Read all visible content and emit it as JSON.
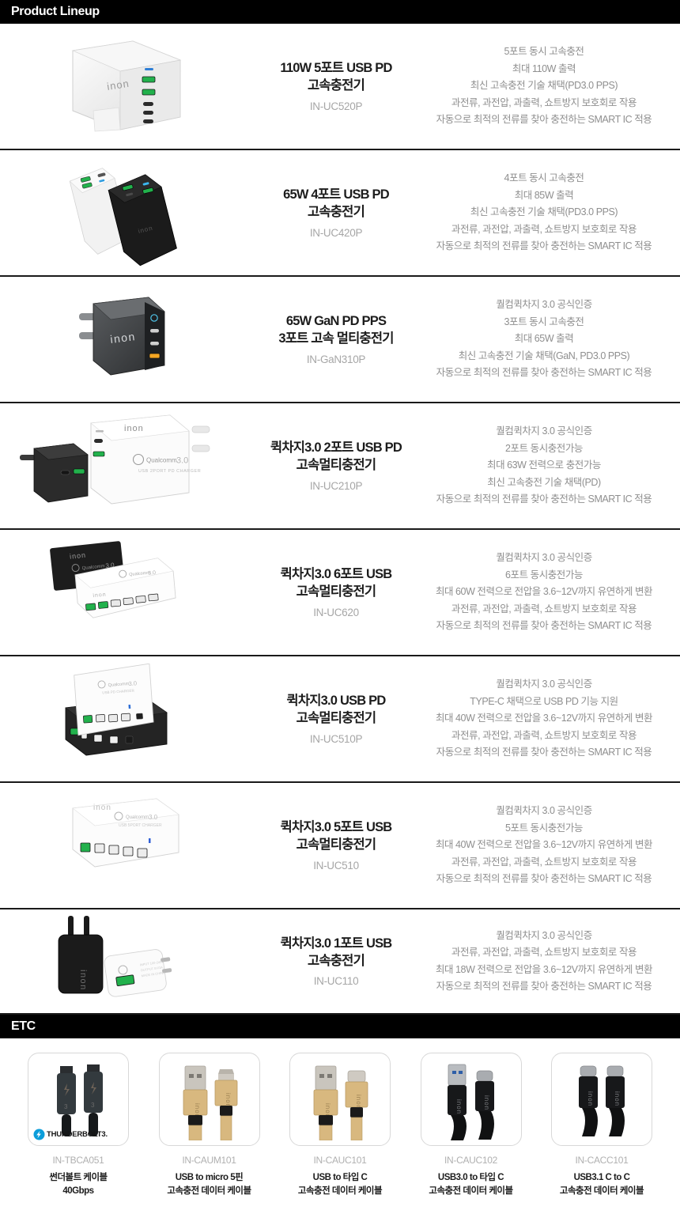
{
  "sections": {
    "lineup_title": "Product Lineup",
    "etc_title": "ETC"
  },
  "products": [
    {
      "image": "white-desktop-5port-charger",
      "name_line1": "110W 5포트 USB PD",
      "name_line2": "고속충전기",
      "code": "IN-UC520P",
      "specs": [
        "5포트 동시 고속충전",
        "최대 110W 출력",
        "최신 고속충전 기술 채택(PD3.0 PPS)",
        "과전류, 과전압, 과출력, 쇼트방지 보호회로 작용",
        "자동으로 최적의 전류를 찾아 충전하는 SMART IC 적용"
      ]
    },
    {
      "image": "black-white-brick-4port-charger",
      "name_line1": "65W 4포트 USB PD",
      "name_line2": "고속충전기",
      "code": "IN-UC420P",
      "specs": [
        "4포트 동시 고속충전",
        "최대 85W 출력",
        "최신 고속충전 기술 채택(PD3.0 PPS)",
        "과전류, 과전압, 과출력, 쇼트방지 보호회로 작용",
        "자동으로 최적의 전류를 찾아 충전하는 SMART IC 적용"
      ]
    },
    {
      "image": "gray-gan-wall-charger",
      "name_line1": "65W GaN PD PPS",
      "name_line2": "3포트 고속 멀티충전기",
      "code": "IN-GaN310P",
      "specs": [
        "퀄컴퀵차지 3.0 공식인증",
        "3포트 동시 고속충전",
        "최대 65W 출력",
        "최신 고속충전 기술 채택(GaN, PD3.0 PPS)",
        "자동으로 최적의 전류를 찾아 충전하는 SMART IC 적용"
      ]
    },
    {
      "image": "black-white-wall-2port-charger",
      "name_line1": "퀵차지3.0 2포트 USB PD",
      "name_line2": "고속멀티충전기",
      "code": "IN-UC210P",
      "specs": [
        "퀄컴퀵차지 3.0 공식인증",
        "2포트 동시충전가능",
        "최대 63W 전력으로 충전가능",
        "최신 고속충전 기술 채택(PD)",
        "자동으로 최적의 전류를 찾아 충전하는 SMART IC 적용"
      ]
    },
    {
      "image": "white-desktop-6port-charger",
      "name_line1": "퀵차지3.0 6포트 USB",
      "name_line2": "고속멀티충전기",
      "code": "IN-UC620",
      "specs": [
        "퀄컴퀵차지 3.0 공식인증",
        "6포트 동시충전가능",
        "최대 60W 전력으로 전압을 3.6~12V까지 유연하게 변환",
        "과전류, 과전압, 과출력, 쇼트방지 보호회로 작용",
        "자동으로 최적의 전류를 찾아 충전하는 SMART IC 적용"
      ]
    },
    {
      "image": "white-black-desktop-pd-charger",
      "name_line1": "퀵차지3.0 USB PD",
      "name_line2": "고속멀티충전기",
      "code": "IN-UC510P",
      "specs": [
        "퀄컴퀵차지 3.0 공식인증",
        "TYPE-C 채택으로 USB PD 기능 지원",
        "최대 40W 전력으로 전압을 3.6~12V까지 유연하게 변환",
        "과전류, 과전압, 과출력, 쇼트방지 보호회로 작용",
        "자동으로 최적의 전류를 찾아 충전하는 SMART IC 적용"
      ]
    },
    {
      "image": "white-desktop-5port-usb-charger",
      "name_line1": "퀵차지3.0 5포트 USB",
      "name_line2": "고속멀티충전기",
      "code": "IN-UC510",
      "specs": [
        "퀄컴퀵차지 3.0 공식인증",
        "5포트 동시충전가능",
        "최대 40W 전력으로 전압을 3.6~12V까지 유연하게 변환",
        "과전류, 과전압, 과출력, 쇼트방지 보호회로 작용",
        "자동으로 최적의 전류를 찾아 충전하는 SMART IC 적용"
      ]
    },
    {
      "image": "black-white-single-port-charger",
      "name_line1": "퀵차지3.0 1포트 USB",
      "name_line2": "고속충전기",
      "code": "IN-UC110",
      "specs": [
        "퀄컴퀵차지 3.0 공식인증",
        "과전류, 과전압, 과출력, 쇼트방지 보호회로 작용",
        "최대 18W 전력으로 전압을 3.6~12V까지 유연하게 변환",
        "자동으로 최적의 전류를 찾아 충전하는 SMART IC 적용"
      ]
    }
  ],
  "etc_items": [
    {
      "image": "thunderbolt-cable",
      "code": "IN-TBCA051",
      "desc_line1": "썬더볼트 케이블",
      "desc_line2": "40Gbps",
      "badge": "THUNDERBOLT3."
    },
    {
      "image": "gold-usb-micro-cable",
      "code": "IN-CAUM101",
      "desc_line1": "USB to micro 5핀",
      "desc_line2": "고속충전 데이터 케이블",
      "badge": ""
    },
    {
      "image": "gold-usb-typec-cable",
      "code": "IN-CAUC101",
      "desc_line1": "USB to 타입 C",
      "desc_line2": "고속충전 데이터 케이블",
      "badge": ""
    },
    {
      "image": "black-usb3-typec-cable",
      "code": "IN-CAUC102",
      "desc_line1": "USB3.0 to 타입 C",
      "desc_line2": "고속충전 데이터 케이블",
      "badge": ""
    },
    {
      "image": "black-c-to-c-cable",
      "code": "IN-CACC101",
      "desc_line1": "USB3.1 C to C",
      "desc_line2": "고속충전 데이터 케이블",
      "badge": ""
    }
  ],
  "colors": {
    "bar_bg": "#000000",
    "bar_text": "#ffffff",
    "name_text": "#1c1c1c",
    "code_text": "#a6a6a6",
    "spec_text": "#8f8f8f",
    "port_green": "#22b14c",
    "port_orange": "#f5a623",
    "thunderbolt_blue": "#0b9dda",
    "gold_cable": "#d4b27a",
    "divider": "#1a1a1a"
  }
}
